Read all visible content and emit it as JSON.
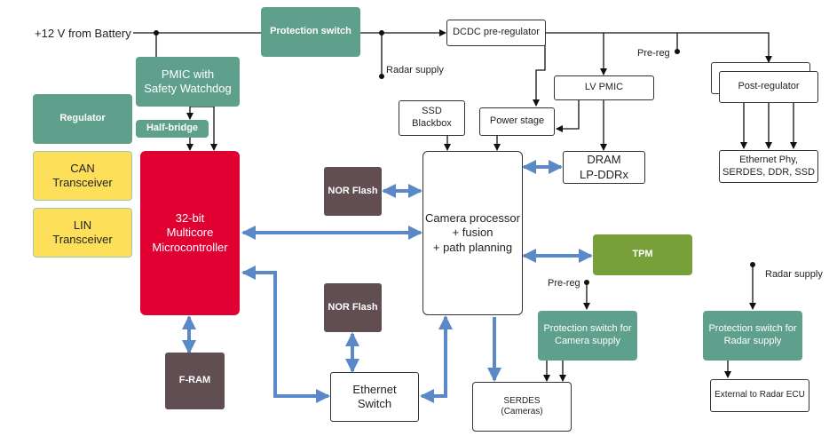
{
  "diagram": {
    "labels": {
      "battery": "+12 V from Battery",
      "radar_supply_top": "Radar supply",
      "pre_reg_top": "Pre-reg",
      "pre_reg_camera": "Pre-reg",
      "radar_supply_right": "Radar supply"
    },
    "blocks": {
      "protection_switch": "Protection switch",
      "dcdc_pre_regulator": "DCDC pre-regulator",
      "pmic": "PMIC with\nSafety Watchdog",
      "regulator": "Regulator",
      "half_bridge": "Half-bridge",
      "can_transceiver": "CAN\nTransceiver",
      "lin_transceiver": "LIN\nTransceiver",
      "microcontroller": "32-bit\nMulticore\nMicrocontroller",
      "f_ram": "F-RAM",
      "nor_flash_top": "NOR Flash",
      "nor_flash_bottom": "NOR Flash",
      "ethernet_switch": "Ethernet\nSwitch",
      "ssd_blackbox": "SSD\nBlackbox",
      "power_stage": "Power stage",
      "lv_pmic": "LV PMIC",
      "dram": "DRAM\nLP-DDRx",
      "camera_processor": "Camera processor\n+ fusion\n+ path planning",
      "tpm": "TPM",
      "post_regulator": "Post-regulator",
      "ethernet_phy": "Ethernet Phy,\nSERDES, DDR, SSD",
      "protection_switch_camera": "Protection switch for\nCamera supply",
      "protection_switch_radar": "Protection switch for\nRadar supply",
      "serdes": "SERDES\n(Cameras)",
      "external_radar": "External to Radar ECU"
    },
    "colors": {
      "teal": "#5fa08c",
      "yellow": "#fedf5a",
      "red": "#e10032",
      "brown": "#604e52",
      "green": "#78a03a",
      "data_bus": "#5b88c6"
    }
  }
}
